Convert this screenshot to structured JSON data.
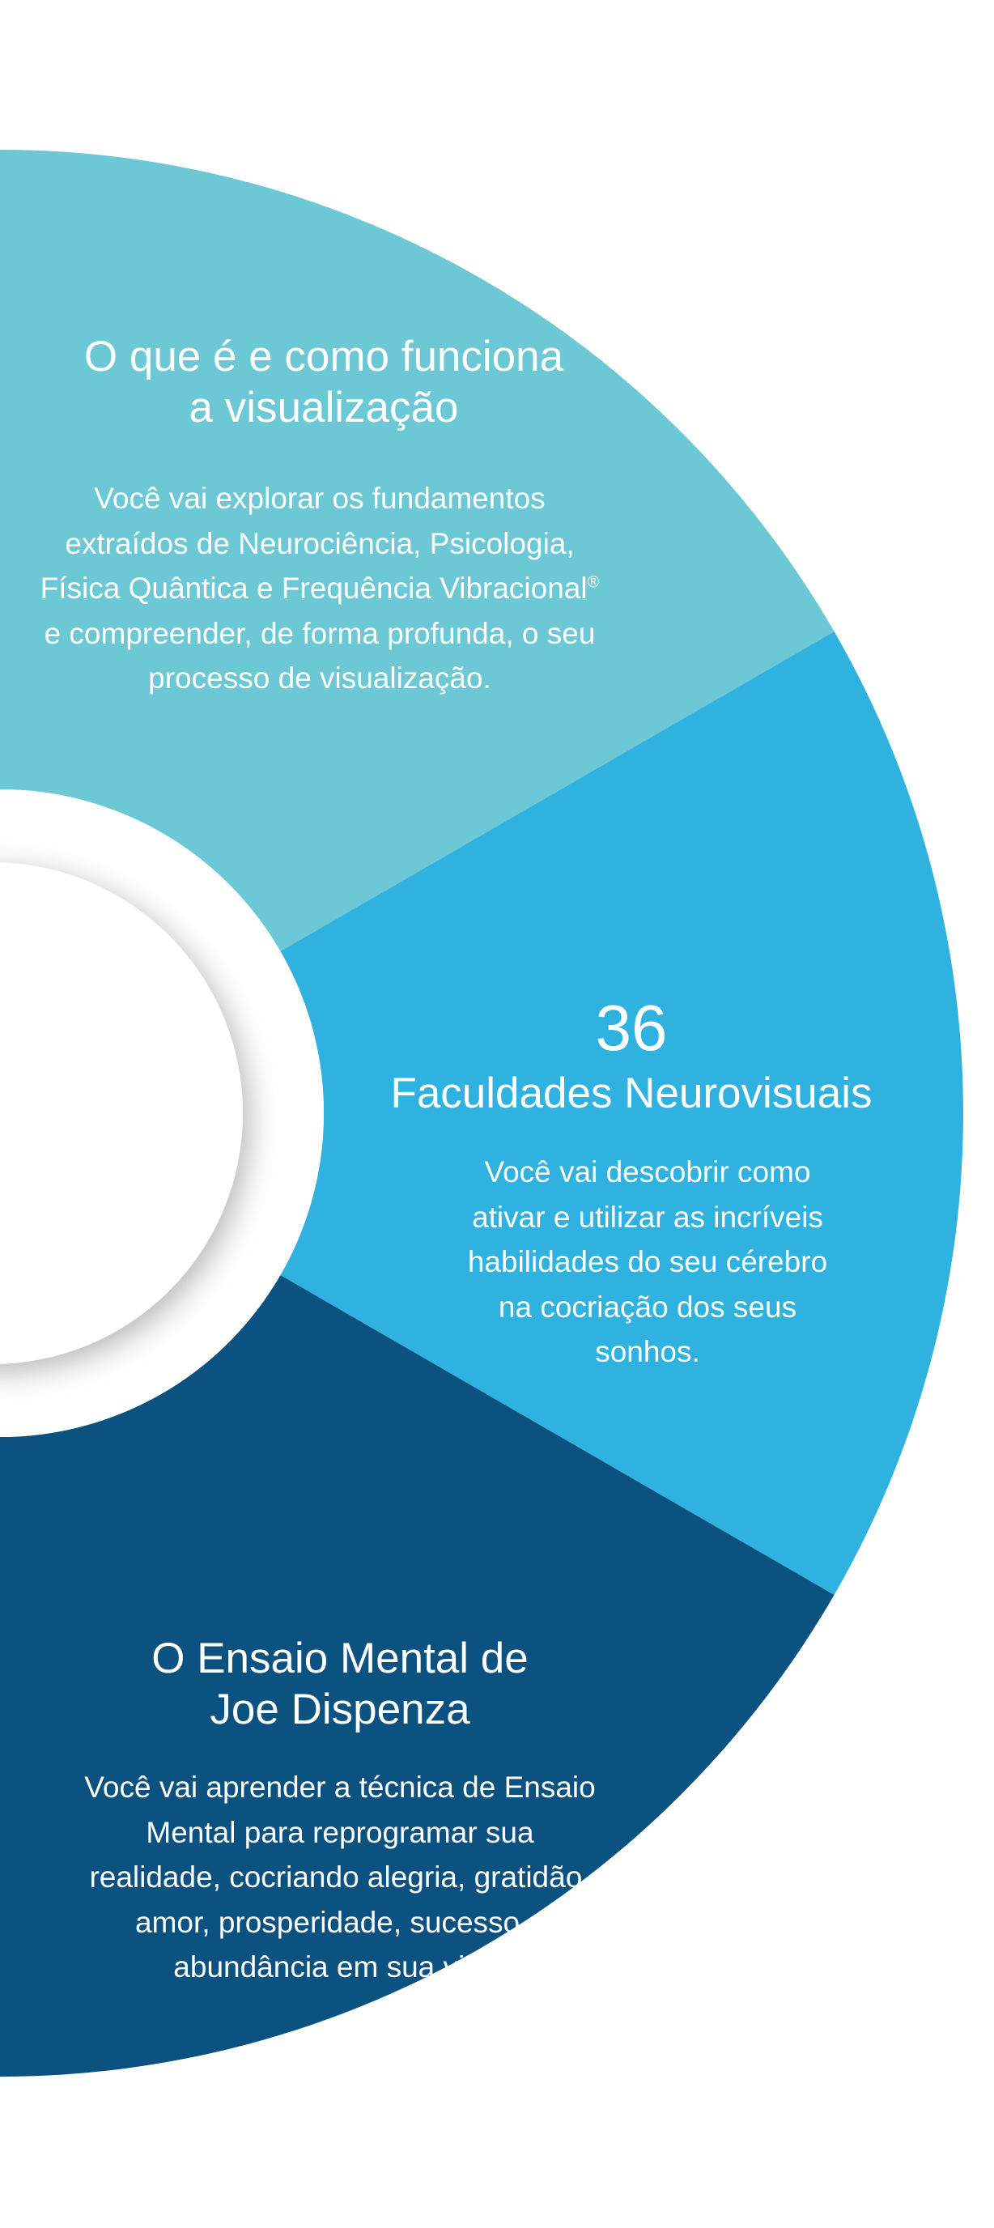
{
  "colors": {
    "segment_1": "#6CC8D4",
    "segment_2": "#2FB2E0",
    "segment_3": "#0B5280",
    "inner_ring": "#ffffff"
  },
  "segments": [
    {
      "title": "O que é e como funciona\na visualização",
      "description": "Você vai explorar os fundamentos\nextraídos de Neurociência, Psicologia,\nFísica Quântica e Frequência Vibracional",
      "description_mark": "®",
      "description_end": "\ne compreender, de forma profunda, o seu\nprocesso de visualização."
    },
    {
      "number": "36",
      "title": "Faculdades Neurovisuais",
      "description": "Você vai descobrir como\nativar e utilizar as incríveis\nhabilidades do seu cérebro\nna cocriação dos seus\nsonhos."
    },
    {
      "title": "O Ensaio Mental de\nJoe Dispenza",
      "description": "Você vai aprender a técnica de Ensaio\nMental para reprogramar sua\nrealidade, cocriando alegria, gratidão,\namor, prosperidade, sucesso e\nabundância em sua vida."
    }
  ]
}
